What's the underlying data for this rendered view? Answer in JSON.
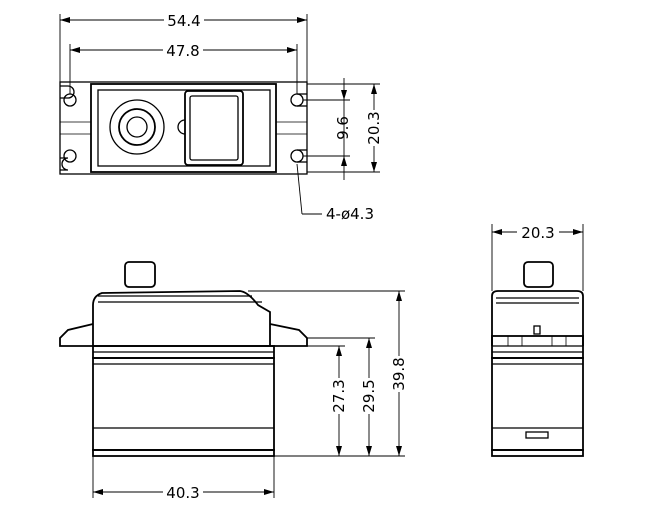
{
  "diagram": {
    "top_view": {
      "overall_width": "54.4",
      "hole_spacing": "47.8",
      "hole_row_spacing": "9.6",
      "body_depth": "20.3",
      "holes_callout": "4-ø4.3"
    },
    "front_view": {
      "body_width": "40.3",
      "height_to_lower_body": "27.3",
      "height_to_flange": "29.5",
      "overall_height": "39.8"
    },
    "side_view": {
      "width": "20.3"
    }
  }
}
